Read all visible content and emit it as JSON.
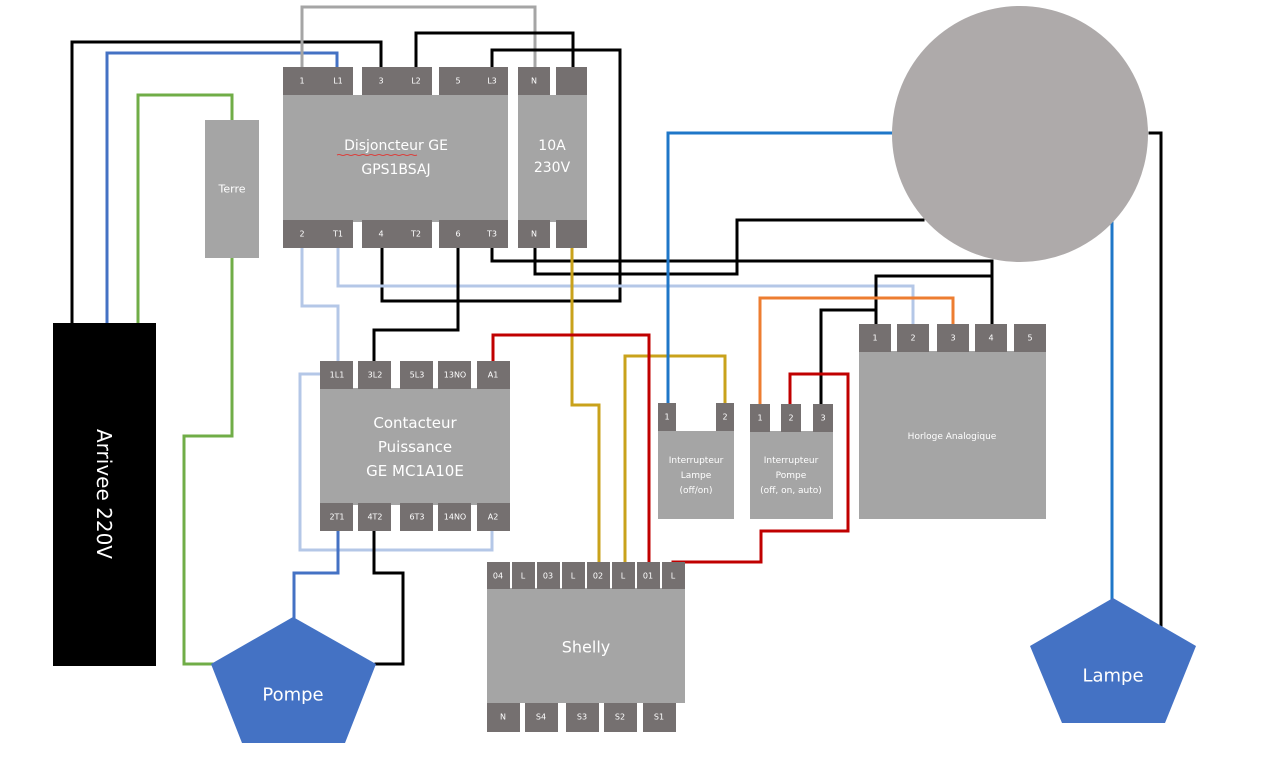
{
  "title": "Schéma de câblage pompe et lampe",
  "colors": {
    "terminal": "#757070",
    "component": "#a5a5a5",
    "arrivee": "#000000",
    "load": "#4472c4",
    "clock_circle": "#aeaaaa"
  },
  "wire_colors": {
    "phase": "#000000",
    "neutral": "#4472c4",
    "earth": "#70ad47",
    "neutral_light": "#b4c7e7",
    "control_red": "#c00000",
    "control_gold": "#c9a21b",
    "control_orange": "#ed7d31",
    "lamp_blue": "#1f77c8",
    "jumper_gray": "#a5a5a5"
  },
  "components": {
    "arrivee": {
      "label": "Arrivee 220V"
    },
    "terre": {
      "label": "Terre"
    },
    "disjoncteur": {
      "line1": "Disjoncteur GE",
      "line2": "GPS1BSAJ",
      "top_terminals": [
        "1",
        "L1",
        "3",
        "L2",
        "5",
        "L3"
      ],
      "bottom_terminals": [
        "2",
        "T1",
        "4",
        "T2",
        "6",
        "T3"
      ]
    },
    "breaker_10a": {
      "line1": "10A",
      "line2": "230V",
      "top_terminals": [
        "N",
        ""
      ],
      "bottom_terminals": [
        "N",
        ""
      ]
    },
    "contacteur": {
      "line1": "Contacteur",
      "line2": "Puissance",
      "line3": "GE MC1A10E",
      "top_terminals": [
        "1L1",
        "3L2",
        "5L3",
        "13NO",
        "A1"
      ],
      "bottom_terminals": [
        "2T1",
        "4T2",
        "6T3",
        "14NO",
        "A2"
      ]
    },
    "shelly": {
      "label": "Shelly",
      "top_terminals": [
        "04",
        "L",
        "03",
        "L",
        "02",
        "L",
        "01",
        "L"
      ],
      "bottom_terminals": [
        "N",
        "S4",
        "S3",
        "S2",
        "S1"
      ]
    },
    "interrupteur_lampe": {
      "line1": "Interrupteur",
      "line2": "Lampe",
      "line3": "(off/on)",
      "terminals": [
        "1",
        "2"
      ]
    },
    "interrupteur_pompe": {
      "line1": "Interrupteur",
      "line2": "Pompe",
      "line3": "(off, on, auto)",
      "terminals": [
        "1",
        "2",
        "3"
      ]
    },
    "horloge": {
      "label": "Horloge Analogique",
      "terminals": [
        "1",
        "2",
        "3",
        "4",
        "5"
      ]
    },
    "pompe": {
      "label": "Pompe"
    },
    "lampe": {
      "label": "Lampe"
    }
  }
}
